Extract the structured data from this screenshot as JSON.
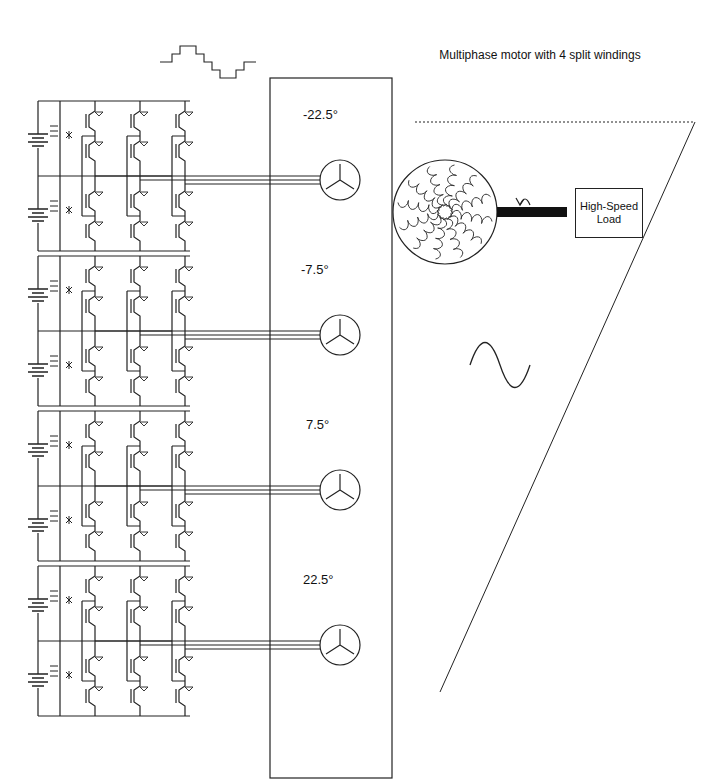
{
  "diagram": {
    "nodes": [
      {
        "text": [
          "High-Speed Load"
        ]
      }
    ],
    "labels": [
      "Multiphase motor with 4 split windings",
      "-22.5°",
      "-7.5°",
      "7.5°",
      "22.5°"
    ]
  }
}
